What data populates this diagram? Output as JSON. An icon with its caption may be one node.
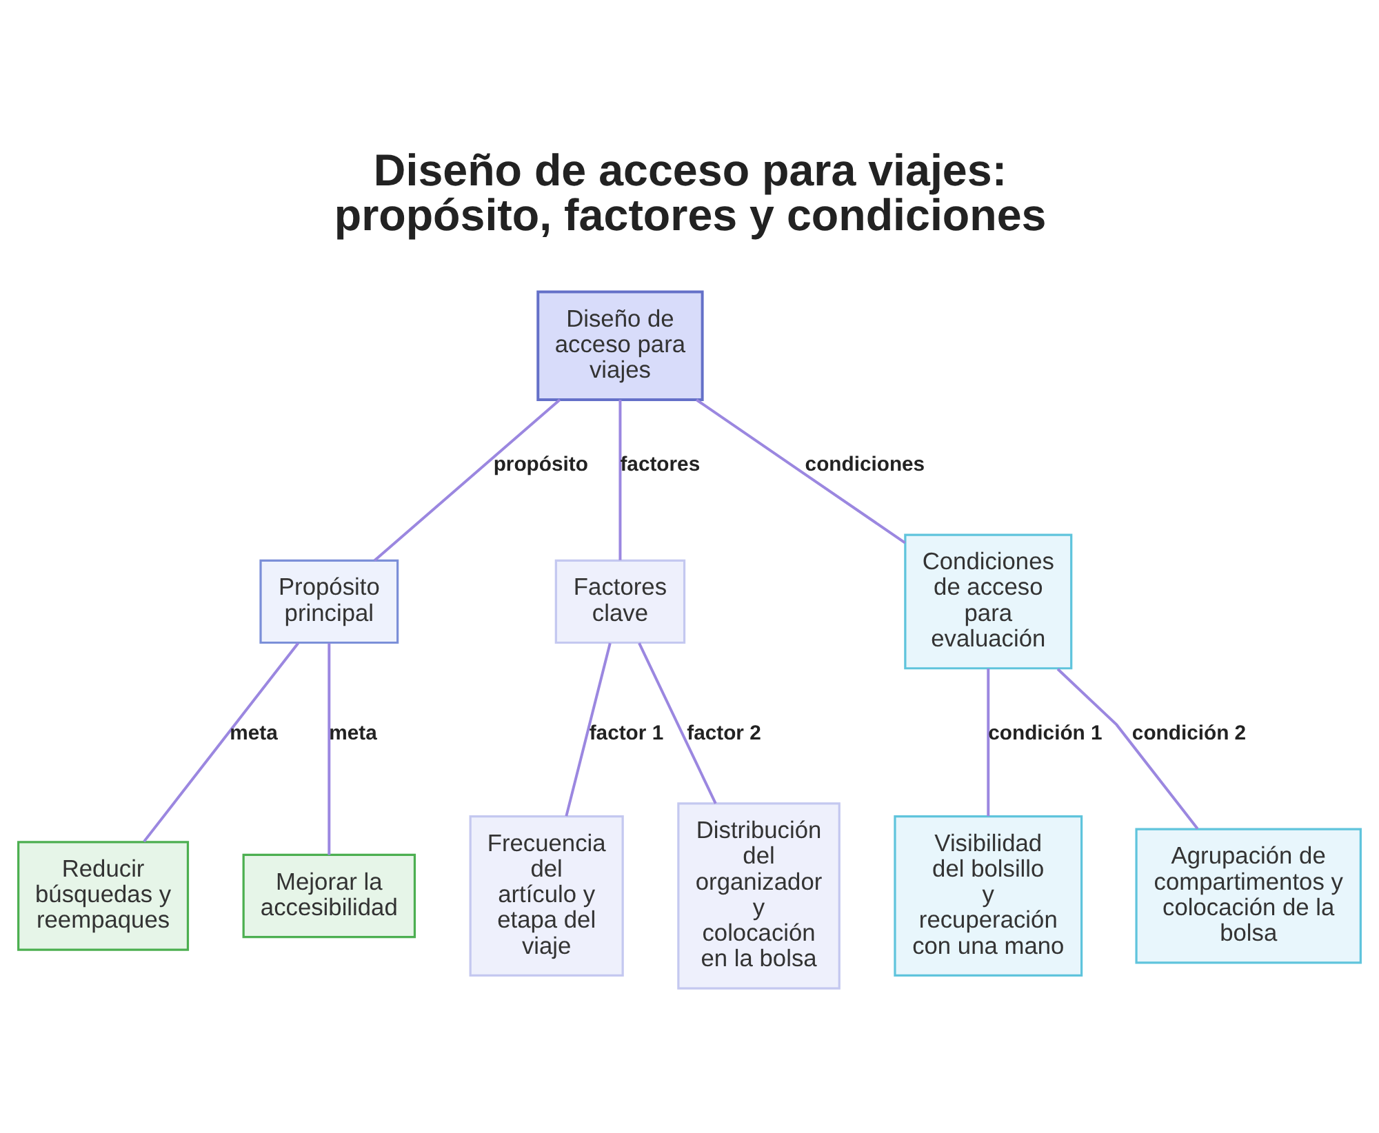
{
  "diagram": {
    "title": "Diseño de acceso para viajes: propósito, factores y condiciones",
    "nodes": [
      {
        "text": [
          "Diseño de acceso para viajes"
        ]
      },
      {
        "text": [
          "Propósito principal"
        ]
      },
      {
        "text": [
          "Factores clave"
        ]
      },
      {
        "text": [
          "Condiciones de acceso para evaluación"
        ]
      },
      {
        "text": [
          "Reducir búsquedas y reempaques"
        ]
      },
      {
        "text": [
          "Mejorar la accesibilidad"
        ]
      },
      {
        "text": [
          "Frecuencia del artículo y etapa del viaje"
        ]
      },
      {
        "text": [
          "Distribución del organizador y colocación en la bolsa"
        ]
      },
      {
        "text": [
          "Visibilidad del bolsillo y recuperación con una mano"
        ]
      },
      {
        "text": [
          "Agrupación de compartimentos y colocación de la bolsa"
        ]
      }
    ],
    "edges": [
      {
        "from": 0,
        "to": 1,
        "arrow": "none",
        "label": "propósito"
      },
      {
        "from": 0,
        "to": 2,
        "arrow": "none",
        "label": "factores"
      },
      {
        "from": 0,
        "to": 3,
        "arrow": "none",
        "label": "condiciones"
      },
      {
        "from": 1,
        "to": 4,
        "arrow": "none",
        "label": "meta"
      },
      {
        "from": 1,
        "to": 5,
        "arrow": "none",
        "label": "meta"
      },
      {
        "from": 2,
        "to": 6,
        "arrow": "none",
        "label": "factor 1"
      },
      {
        "from": 2,
        "to": 7,
        "arrow": "none",
        "label": "factor 2"
      },
      {
        "from": 3,
        "to": 8,
        "arrow": "none",
        "label": "condición 1"
      },
      {
        "from": 3,
        "to": 9,
        "arrow": "none",
        "label": "condición 2"
      }
    ]
  }
}
